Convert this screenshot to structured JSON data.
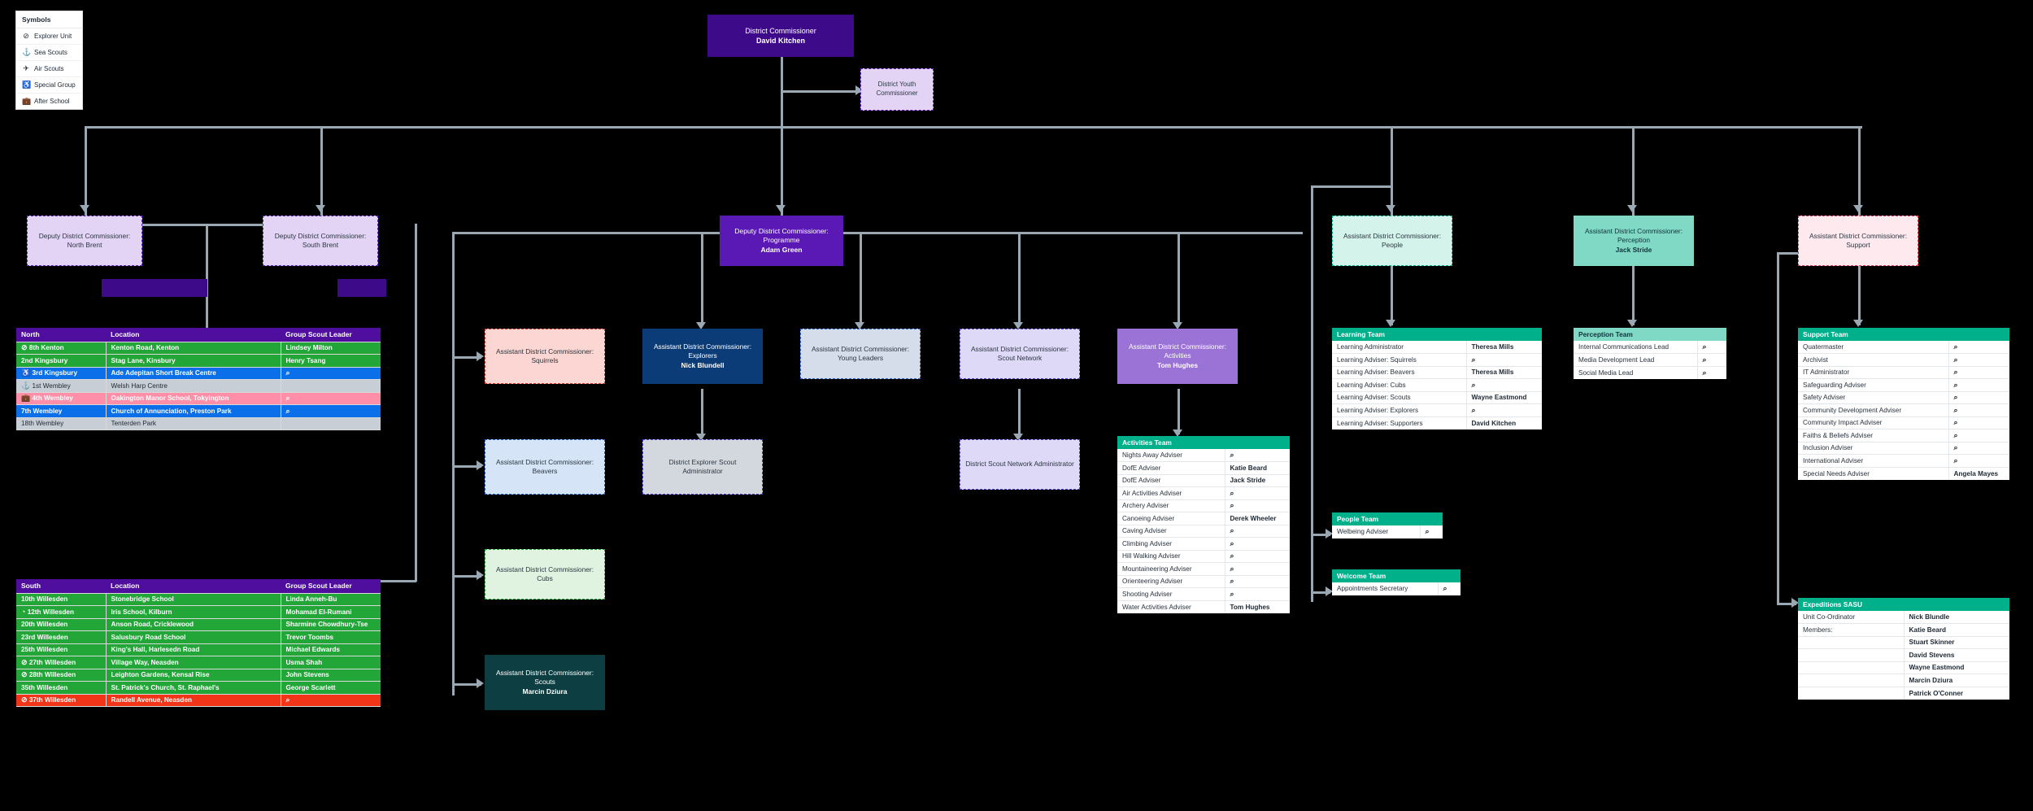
{
  "legend": {
    "title": "Symbols",
    "items": [
      {
        "icon": "explorer-compass-icon",
        "glyph": "⊘",
        "label": "Explorer Unit"
      },
      {
        "icon": "anchor-icon",
        "glyph": "⚓",
        "label": "Sea Scouts"
      },
      {
        "icon": "airplane-icon",
        "glyph": "✈",
        "label": "Air Scouts"
      },
      {
        "icon": "wheelchair-icon",
        "glyph": "♿",
        "label": "Special Group"
      },
      {
        "icon": "briefcase-icon",
        "glyph": "💼",
        "label": "After School"
      }
    ]
  },
  "nodes": {
    "district_commissioner": {
      "title": "District Commissioner",
      "name": "David Kitchen"
    },
    "district_youth_commissioner": {
      "title": "District Youth Commissioner",
      "name": ""
    },
    "ddc_north": {
      "title": "Deputy District Commissioner: North Brent",
      "name": ""
    },
    "ddc_south": {
      "title": "Deputy District Commissioner: South Brent",
      "name": ""
    },
    "ddc_programme": {
      "title": "Deputy District Commissioner: Programme",
      "name": "Adam Green"
    },
    "adc_people": {
      "title": "Assistant District Commissioner: People",
      "name": ""
    },
    "adc_perception": {
      "title": "Assistant District Commissioner: Perception",
      "name": "Jack Stride"
    },
    "adc_support": {
      "title": "Assistant District Commissioner: Support",
      "name": ""
    },
    "adc_squirrels": {
      "title": "Assistant District Commissioner: Squirrels",
      "name": ""
    },
    "adc_beavers": {
      "title": "Assistant District Commissioner: Beavers",
      "name": ""
    },
    "adc_cubs": {
      "title": "Assistant District Commissioner: Cubs",
      "name": ""
    },
    "adc_scouts": {
      "title": "Assistant District Commissioner: Scouts",
      "name": "Marcin Dziura"
    },
    "adc_explorers": {
      "title": "Assistant District Commissioner: Explorers",
      "name": "Nick Blundell"
    },
    "district_explorer_admin": {
      "title": "District Explorer Scout Administrator",
      "name": ""
    },
    "adc_young_leaders": {
      "title": "Assistant District Commissioner: Young Leaders",
      "name": ""
    },
    "adc_scout_network": {
      "title": "Assistant District Commissioner: Scout Network",
      "name": ""
    },
    "district_network_admin": {
      "title": "District Scout Network Administrator",
      "name": ""
    },
    "adc_activities": {
      "title": "Assistant District Commissioner: Activities",
      "name": "Tom Hughes"
    }
  },
  "north_table": {
    "headers": [
      "North",
      "Location",
      "Group Scout Leader"
    ],
    "rows": [
      {
        "style": "r-green",
        "icon": "⊘",
        "group": "8th Kenton",
        "location": "Kenton Road, Kenton",
        "leader": "Lindsey Milton",
        "search": false
      },
      {
        "style": "r-green",
        "icon": "",
        "group": "2nd Kingsbury",
        "location": "Stag Lane, Kinsbury",
        "leader": "Henry Tsang",
        "search": false
      },
      {
        "style": "r-blue",
        "icon": "♿",
        "group": "3rd Kingsbury",
        "location": "Ade Adepitan Short Break Centre",
        "leader": "",
        "search": true
      },
      {
        "style": "r-grey",
        "icon": "⚓",
        "group": "1st Wembley",
        "location": "Welsh Harp Centre",
        "leader": "",
        "search": false
      },
      {
        "style": "r-pink",
        "icon": "💼",
        "group": "4th Wembley",
        "location": "Oakington Manor School, Tokyington",
        "leader": "",
        "search": true
      },
      {
        "style": "r-blue",
        "icon": "",
        "group": "7th Wembley",
        "location": "Church of Annunciation, Preston Park",
        "leader": "",
        "search": true
      },
      {
        "style": "r-grey",
        "icon": "",
        "group": "18th Wembley",
        "location": "Tenterden Park",
        "leader": "",
        "search": false
      }
    ]
  },
  "south_table": {
    "headers": [
      "South",
      "Location",
      "Group Scout Leader"
    ],
    "rows": [
      {
        "style": "r-green",
        "icon": "",
        "group": "10th Willesden",
        "location": "Stonebridge School",
        "leader": "Linda Anneh-Bu",
        "search": false
      },
      {
        "style": "r-green",
        "icon": "◔",
        "group": "12th Willesden",
        "location": "Iris School, Kilburn",
        "leader": "Mohamad El-Rumani",
        "search": false
      },
      {
        "style": "r-green",
        "icon": "",
        "group": "20th Willesden",
        "location": "Anson Road, Cricklewood",
        "leader": "Sharmine Chowdhury-Tse",
        "search": false
      },
      {
        "style": "r-green",
        "icon": "",
        "group": "23rd Willesden",
        "location": "Salusbury Road School",
        "leader": "Trevor Toombs",
        "search": false
      },
      {
        "style": "r-green",
        "icon": "",
        "group": "25th Willesden",
        "location": "King's Hall, Harlesedn Road",
        "leader": "Michael Edwards",
        "search": false
      },
      {
        "style": "r-green",
        "icon": "⊘",
        "group": "27th Willesden",
        "location": "Village Way, Neasden",
        "leader": "Usma Shah",
        "search": false
      },
      {
        "style": "r-green",
        "icon": "⊘",
        "group": "28th Willesden",
        "location": "Leighton Gardens, Kensal Rise",
        "leader": "John Stevens",
        "search": false
      },
      {
        "style": "r-green",
        "icon": "",
        "group": "35th Willesden",
        "location": "St. Patrick's Church, St. Raphael's",
        "leader": "George Scarlett",
        "search": false
      },
      {
        "style": "r-red",
        "icon": "⊘",
        "group": "37th Willesden",
        "location": "Randell Avenue, Neasden",
        "leader": "",
        "search": true
      }
    ]
  },
  "activities_team": {
    "header": "Activities Team",
    "rows": [
      {
        "role": "Nights Away Adviser",
        "person": "",
        "search": true
      },
      {
        "role": "DofE Adviser",
        "person": "Katie Beard",
        "search": false
      },
      {
        "role": "DofE Adviser",
        "person": "Jack Stride",
        "search": false
      },
      {
        "role": "Air Activities Adviser",
        "person": "",
        "search": true
      },
      {
        "role": "Archery Adviser",
        "person": "",
        "search": true
      },
      {
        "role": "Canoeing Adviser",
        "person": "Derek Wheeler",
        "search": false
      },
      {
        "role": "Caving Adviser",
        "person": "",
        "search": true
      },
      {
        "role": "Climbing Adviser",
        "person": "",
        "search": true
      },
      {
        "role": "Hill Walking Adviser",
        "person": "",
        "search": true
      },
      {
        "role": "Mountaineering Adviser",
        "person": "",
        "search": true
      },
      {
        "role": "Orienteering Adviser",
        "person": "",
        "search": true
      },
      {
        "role": "Shooting Adviser",
        "person": "",
        "search": true
      },
      {
        "role": "Water Activities Adviser",
        "person": "Tom Hughes",
        "search": false
      }
    ]
  },
  "learning_team": {
    "header": "Learning Team",
    "rows": [
      {
        "role": "Learning Administrator",
        "person": "Theresa Mills",
        "search": false
      },
      {
        "role": "Learning Adviser: Squirrels",
        "person": "",
        "search": true
      },
      {
        "role": "Learning Adviser: Beavers",
        "person": "Theresa Mills",
        "search": false
      },
      {
        "role": "Learning Adviser: Cubs",
        "person": "",
        "search": true
      },
      {
        "role": "Learning Adviser: Scouts",
        "person": "Wayne Eastmond",
        "search": false
      },
      {
        "role": "Learning Adviser: Explorers",
        "person": "",
        "search": true
      },
      {
        "role": "Learning Adviser: Supporters",
        "person": "David Kitchen",
        "search": false
      }
    ]
  },
  "people_team": {
    "header": "People Team",
    "rows": [
      {
        "role": "Welbeing Adviser",
        "person": "",
        "search": true
      }
    ]
  },
  "welcome_team": {
    "header": "Welcome Team",
    "rows": [
      {
        "role": "Appointments Secretary",
        "person": "",
        "search": true
      }
    ]
  },
  "perception_team": {
    "header": "Perception Team",
    "rows": [
      {
        "role": "Internal Communications Lead",
        "person": "",
        "search": true
      },
      {
        "role": "Media Development Lead",
        "person": "",
        "search": true
      },
      {
        "role": "Social Media Lead",
        "person": "",
        "search": true
      }
    ]
  },
  "support_team": {
    "header": "Support Team",
    "rows": [
      {
        "role": "Quatermaster",
        "person": "",
        "search": true
      },
      {
        "role": "Archivist",
        "person": "",
        "search": true
      },
      {
        "role": "IT Administrator",
        "person": "",
        "search": true
      },
      {
        "role": "Safeguarding Adviser",
        "person": "",
        "search": true
      },
      {
        "role": "Safety Adviser",
        "person": "",
        "search": true
      },
      {
        "role": "Community Development Adviser",
        "person": "",
        "search": true
      },
      {
        "role": "Community Impact Adviser",
        "person": "",
        "search": true
      },
      {
        "role": "Faiths & Beliefs Adviser",
        "person": "",
        "search": true
      },
      {
        "role": "Inclusion Adviser",
        "person": "",
        "search": true
      },
      {
        "role": "International Adviser",
        "person": "",
        "search": true
      },
      {
        "role": "Special Needs Adviser",
        "person": "Angela Mayes",
        "search": false
      }
    ]
  },
  "expeditions_sasu": {
    "header": "Expeditions SASU",
    "rows": [
      {
        "role": "Unit Co-Ordinator",
        "person": "Nick Blundle",
        "search": false
      },
      {
        "role": "Members:",
        "person": "Katie Beard",
        "search": false
      },
      {
        "role": "",
        "person": "Stuart Skinner",
        "search": false
      },
      {
        "role": "",
        "person": "David Stevens",
        "search": false
      },
      {
        "role": "",
        "person": "Wayne Eastmond",
        "search": false
      },
      {
        "role": "",
        "person": "Marcin Dziura",
        "search": false
      },
      {
        "role": "",
        "person": "Patrick O'Conner",
        "search": false
      }
    ]
  },
  "colors": {
    "background": "#000000",
    "brand_purple": "#4f0e9e",
    "deep_purple": "#3d0b8a",
    "lilac": "#e3d4f5",
    "teal": "#00b08b",
    "mint": "#7fd9c4",
    "mint_pale": "#d4f3ea",
    "pink_pale": "#fde9ee",
    "salmon": "#fbd6d2",
    "navy": "#0c3c77",
    "pale_blue": "#d6e4f7",
    "pale_grey_blue": "#d4dde9",
    "pale_lavender": "#ded9f7",
    "pale_green": "#dff3e0",
    "dark_teal": "#0d3f42",
    "grey_box": "#d3d8de",
    "line": "#9aa8b4",
    "green_row": "#23a638",
    "blue_row": "#0a6fe8",
    "grey_row": "#c7ced5",
    "pink_row": "#ff8fa8",
    "red_row": "#f23418"
  }
}
